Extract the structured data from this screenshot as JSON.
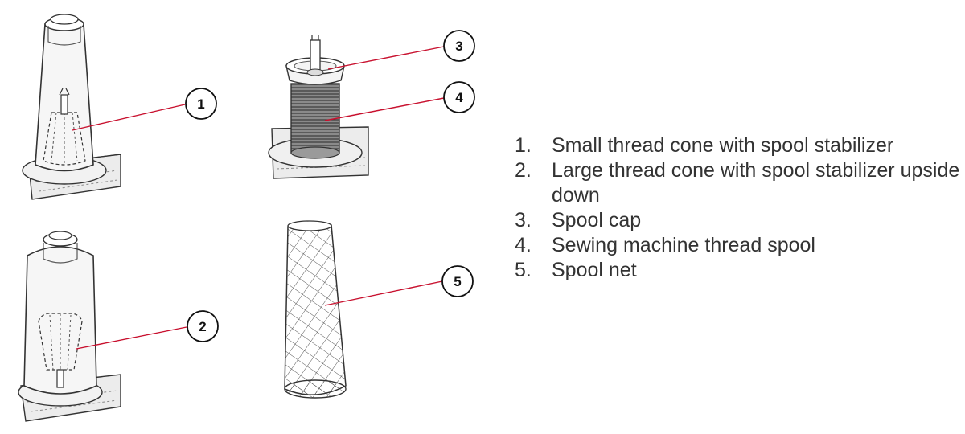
{
  "colors": {
    "leader": "#c8102e",
    "ink": "#2a2a2a",
    "text": "#333333",
    "base": "#e9e9e9"
  },
  "callouts": [
    "1",
    "2",
    "3",
    "4",
    "5"
  ],
  "legend": [
    {
      "num": "1.",
      "text": "Small thread cone with spool stabilizer"
    },
    {
      "num": "2.",
      "text": "Large thread cone with spool stabilizer upside down"
    },
    {
      "num": "3.",
      "text": "Spool cap"
    },
    {
      "num": "4.",
      "text": "Sewing machine thread spool"
    },
    {
      "num": "5.",
      "text": "Spool net"
    }
  ]
}
